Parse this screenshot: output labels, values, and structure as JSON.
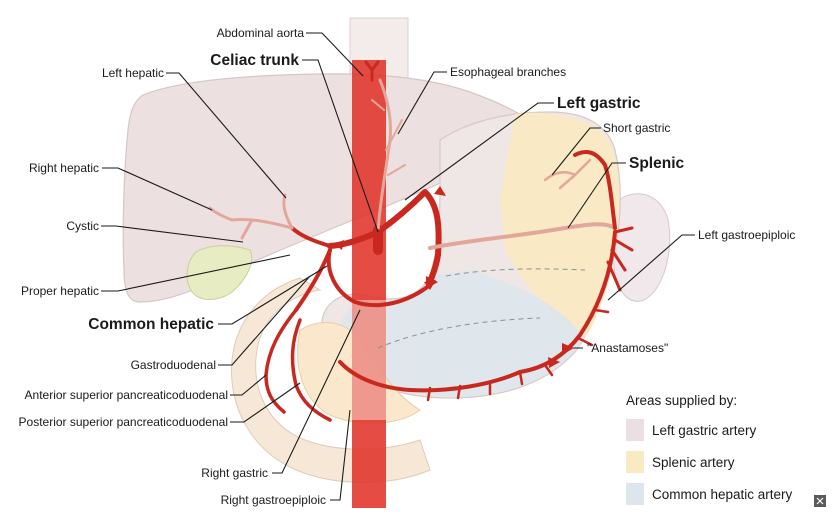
{
  "labels": {
    "abdominal_aorta": "Abdominal aorta",
    "celiac_trunk": "Celiac trunk",
    "left_hepatic": "Left hepatic",
    "esophageal_branches": "Esophageal branches",
    "left_gastric": "Left gastric",
    "short_gastric": "Short gastric",
    "right_hepatic": "Right hepatic",
    "splenic": "Splenic",
    "cystic": "Cystic",
    "left_gastroepiploic": "Left gastroepiploic",
    "proper_hepatic": "Proper hepatic",
    "common_hepatic": "Common hepatic",
    "gastroduodenal": "Gastroduodenal",
    "anastamoses": "\"Anastamoses\"",
    "anterior_superior_pd": "Anterior superior pancreaticoduodenal",
    "posterior_superior_pd": "Posterior superior pancreaticoduodenal",
    "right_gastric": "Right gastric",
    "right_gastroepiploic": "Right gastroepiploic"
  },
  "legend": {
    "title": "Areas supplied by:",
    "items": [
      {
        "label": "Left gastric artery",
        "color": "#ecdfe3"
      },
      {
        "label": "Splenic artery",
        "color": "#faeac1"
      },
      {
        "label": "Common hepatic artery",
        "color": "#dde6ec"
      }
    ]
  },
  "colors": {
    "artery": "#c8281e",
    "aorta": "#e0332a",
    "liver": "#ece0e0",
    "stomach": "#efe7e6",
    "spleen": "#f1e8ec",
    "esophagus": "#f4eceb",
    "pancreas": "#fbe7cb",
    "duodenum": "#f7e7d7",
    "gallbladder": "#e7ecc2"
  },
  "watermark_icon": "corner-logo-icon"
}
